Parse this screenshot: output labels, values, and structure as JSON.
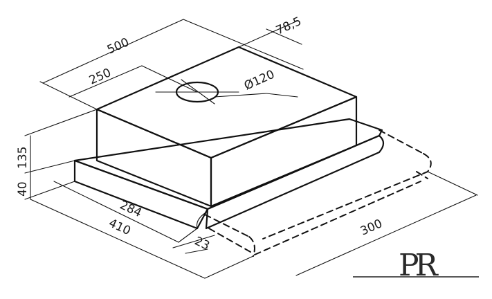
{
  "dimensions": {
    "width_500": "500",
    "width_250": "250",
    "depth_78_5": "78,5",
    "duct_diameter": "Ø120",
    "height_135": "135",
    "height_40": "40",
    "depth_284": "284",
    "depth_410": "410",
    "offset_23": "23",
    "extension_300": "300"
  },
  "logo": {
    "letters": "PR"
  },
  "colors": {
    "line": "#111111",
    "top_face": "#d9d9d9",
    "front_face": "#e6e6e6",
    "side_face": "#c4c4c4",
    "tray_face": "#dcdcdc",
    "background": "#ffffff"
  }
}
